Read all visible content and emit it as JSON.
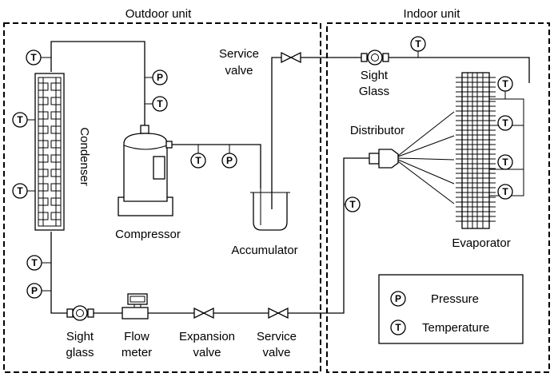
{
  "regions": {
    "outdoor": "Outdoor unit",
    "indoor": "Indoor unit"
  },
  "labels": {
    "condenser": "Condenser",
    "compressor": "Compressor",
    "accumulator": "Accumulator",
    "service_valve_top": [
      "Service",
      "valve"
    ],
    "sight_glass_top": [
      "Sight",
      "Glass"
    ],
    "distributor": "Distributor",
    "evaporator": "Evaporator",
    "sight_glass_bottom": [
      "Sight",
      "glass"
    ],
    "flow_meter": [
      "Flow",
      "meter"
    ],
    "expansion_valve": [
      "Expansion",
      "valve"
    ],
    "service_valve_bottom": [
      "Service",
      "valve"
    ]
  },
  "sensor_symbols": {
    "pressure": "P",
    "temperature": "T"
  },
  "legend": {
    "pressure": "Pressure",
    "temperature": "Temperature"
  },
  "colors": {
    "line": "#000000",
    "background": "#ffffff"
  }
}
